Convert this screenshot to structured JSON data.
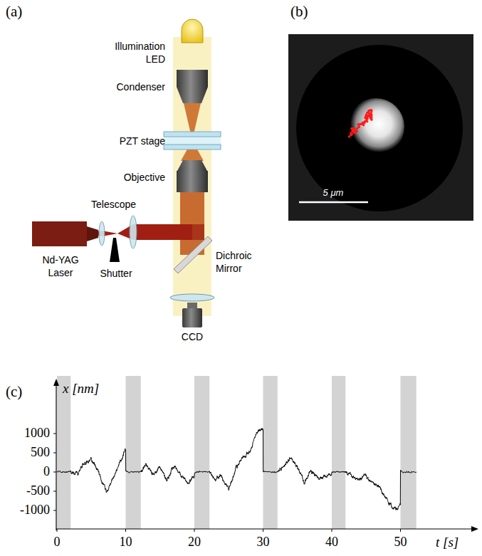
{
  "diagram": {
    "labels": [
      "(a)",
      "(b)",
      "Illumination LED",
      "Condenser",
      "PZT stage",
      "Objective",
      "Telescope",
      "Nd-YAG Laser",
      "Shutter",
      "Dichroic Mirror",
      "CCD",
      "5 μm",
      "(c)",
      "x [nm]",
      "1000",
      "500",
      "0",
      "-500",
      "-1000",
      "0",
      "10",
      "20",
      "30",
      "40",
      "50",
      "t [s]"
    ]
  }
}
